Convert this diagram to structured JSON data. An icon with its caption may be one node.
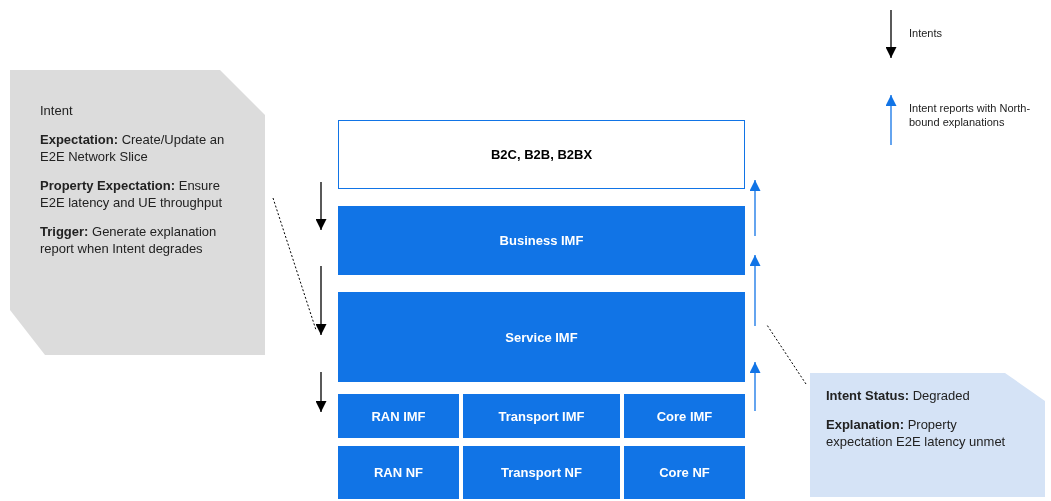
{
  "diagram": {
    "nodes": [
      {
        "text": [
          "Intent",
          "**Expectation:** Create/Update an E2E Network Slice",
          "**Property Expectation:** Ensure E2E latency and UE throughput",
          "**Trigger:** Generate explanation report when Intent degrades"
        ]
      },
      {
        "text": [
          "B2C, B2B, B2BX"
        ]
      },
      {
        "text": [
          "Business IMF"
        ]
      },
      {
        "text": [
          "Service IMF"
        ]
      },
      {
        "text": [
          "RAN IMF"
        ]
      },
      {
        "text": [
          "Transport IMF"
        ]
      },
      {
        "text": [
          "Core IMF"
        ]
      },
      {
        "text": [
          "RAN NF"
        ]
      },
      {
        "text": [
          "Transport NF"
        ]
      },
      {
        "text": [
          "Core NF"
        ]
      },
      {
        "text": [
          "**Intent Status:** Degraded",
          "**Explanation:** Property expectation E2E latency unmet"
        ]
      }
    ],
    "edges": [
      {
        "from": 1,
        "to": 2,
        "arrow": "to"
      },
      {
        "from": 2,
        "to": 3,
        "arrow": "to"
      },
      {
        "from": 3,
        "to": 4,
        "arrow": "to"
      },
      {
        "from": 2,
        "to": 1,
        "arrow": "to",
        "color": "#1174e6"
      },
      {
        "from": 3,
        "to": 2,
        "arrow": "to",
        "color": "#1174e6"
      },
      {
        "from": 6,
        "to": 3,
        "arrow": "to",
        "color": "#1174e6"
      },
      {
        "from": 0,
        "to": null,
        "arrow": "none",
        "style": "dashed"
      },
      {
        "from": 10,
        "to": null,
        "arrow": "none",
        "style": "dashed"
      }
    ],
    "legend": [
      {
        "text": "Intents"
      },
      {
        "text": "Intent reports with North-bound explanations"
      }
    ]
  }
}
